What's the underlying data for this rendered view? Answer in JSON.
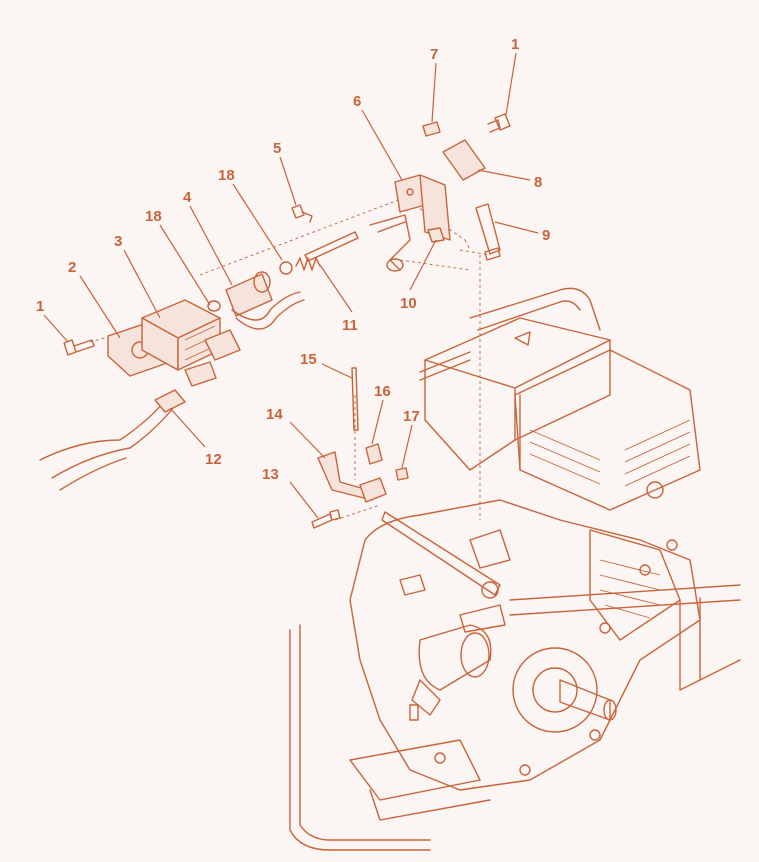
{
  "diagram": {
    "accent_color": "#c8643a",
    "background_color": "#fbf5f3",
    "callouts": [
      {
        "id": "c1a",
        "label": "1"
      },
      {
        "id": "c1b",
        "label": "1"
      },
      {
        "id": "c2",
        "label": "2"
      },
      {
        "id": "c3",
        "label": "3"
      },
      {
        "id": "c4",
        "label": "4"
      },
      {
        "id": "c5",
        "label": "5"
      },
      {
        "id": "c6",
        "label": "6"
      },
      {
        "id": "c7",
        "label": "7"
      },
      {
        "id": "c8",
        "label": "8"
      },
      {
        "id": "c9",
        "label": "9"
      },
      {
        "id": "c10",
        "label": "10"
      },
      {
        "id": "c11",
        "label": "11"
      },
      {
        "id": "c12",
        "label": "12"
      },
      {
        "id": "c13",
        "label": "13"
      },
      {
        "id": "c14",
        "label": "14"
      },
      {
        "id": "c15",
        "label": "15"
      },
      {
        "id": "c16",
        "label": "16"
      },
      {
        "id": "c17",
        "label": "17"
      },
      {
        "id": "c18a",
        "label": "18"
      },
      {
        "id": "c18b",
        "label": "18"
      }
    ]
  }
}
